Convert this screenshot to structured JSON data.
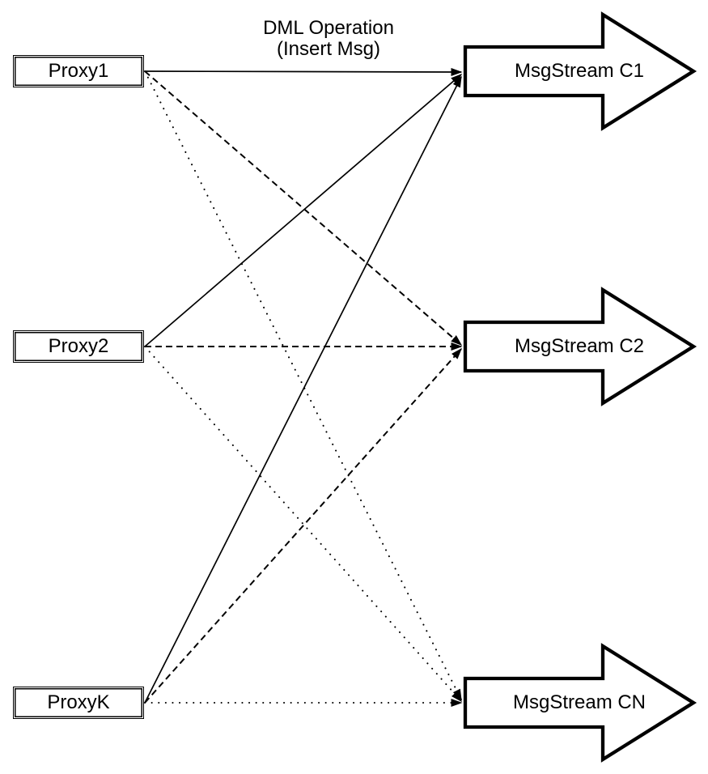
{
  "diagram": {
    "annotation": {
      "line1": "DML Operation",
      "line2": "(Insert Msg)"
    },
    "proxies": [
      {
        "id": "proxy1",
        "label": "Proxy1"
      },
      {
        "id": "proxy2",
        "label": "Proxy2"
      },
      {
        "id": "proxyk",
        "label": "ProxyK"
      }
    ],
    "streams": [
      {
        "id": "msgstream-c1",
        "label": "MsgStream C1"
      },
      {
        "id": "msgstream-c2",
        "label": "MsgStream C2"
      },
      {
        "id": "msgstream-cn",
        "label": "MsgStream CN"
      }
    ],
    "edges": [
      {
        "from": "Proxy1",
        "to": "MsgStream C1",
        "line_style": "solid"
      },
      {
        "from": "Proxy1",
        "to": "MsgStream C2",
        "line_style": "dashed"
      },
      {
        "from": "Proxy1",
        "to": "MsgStream CN",
        "line_style": "dotted"
      },
      {
        "from": "Proxy2",
        "to": "MsgStream C1",
        "line_style": "solid"
      },
      {
        "from": "Proxy2",
        "to": "MsgStream C2",
        "line_style": "dashed"
      },
      {
        "from": "Proxy2",
        "to": "MsgStream CN",
        "line_style": "dotted"
      },
      {
        "from": "ProxyK",
        "to": "MsgStream C1",
        "line_style": "solid"
      },
      {
        "from": "ProxyK",
        "to": "MsgStream C2",
        "line_style": "dashed"
      },
      {
        "from": "ProxyK",
        "to": "MsgStream CN",
        "line_style": "dotted"
      }
    ],
    "colors": {
      "stroke": "#000000",
      "background": "#ffffff",
      "shape_fill": "#ffffff"
    }
  }
}
